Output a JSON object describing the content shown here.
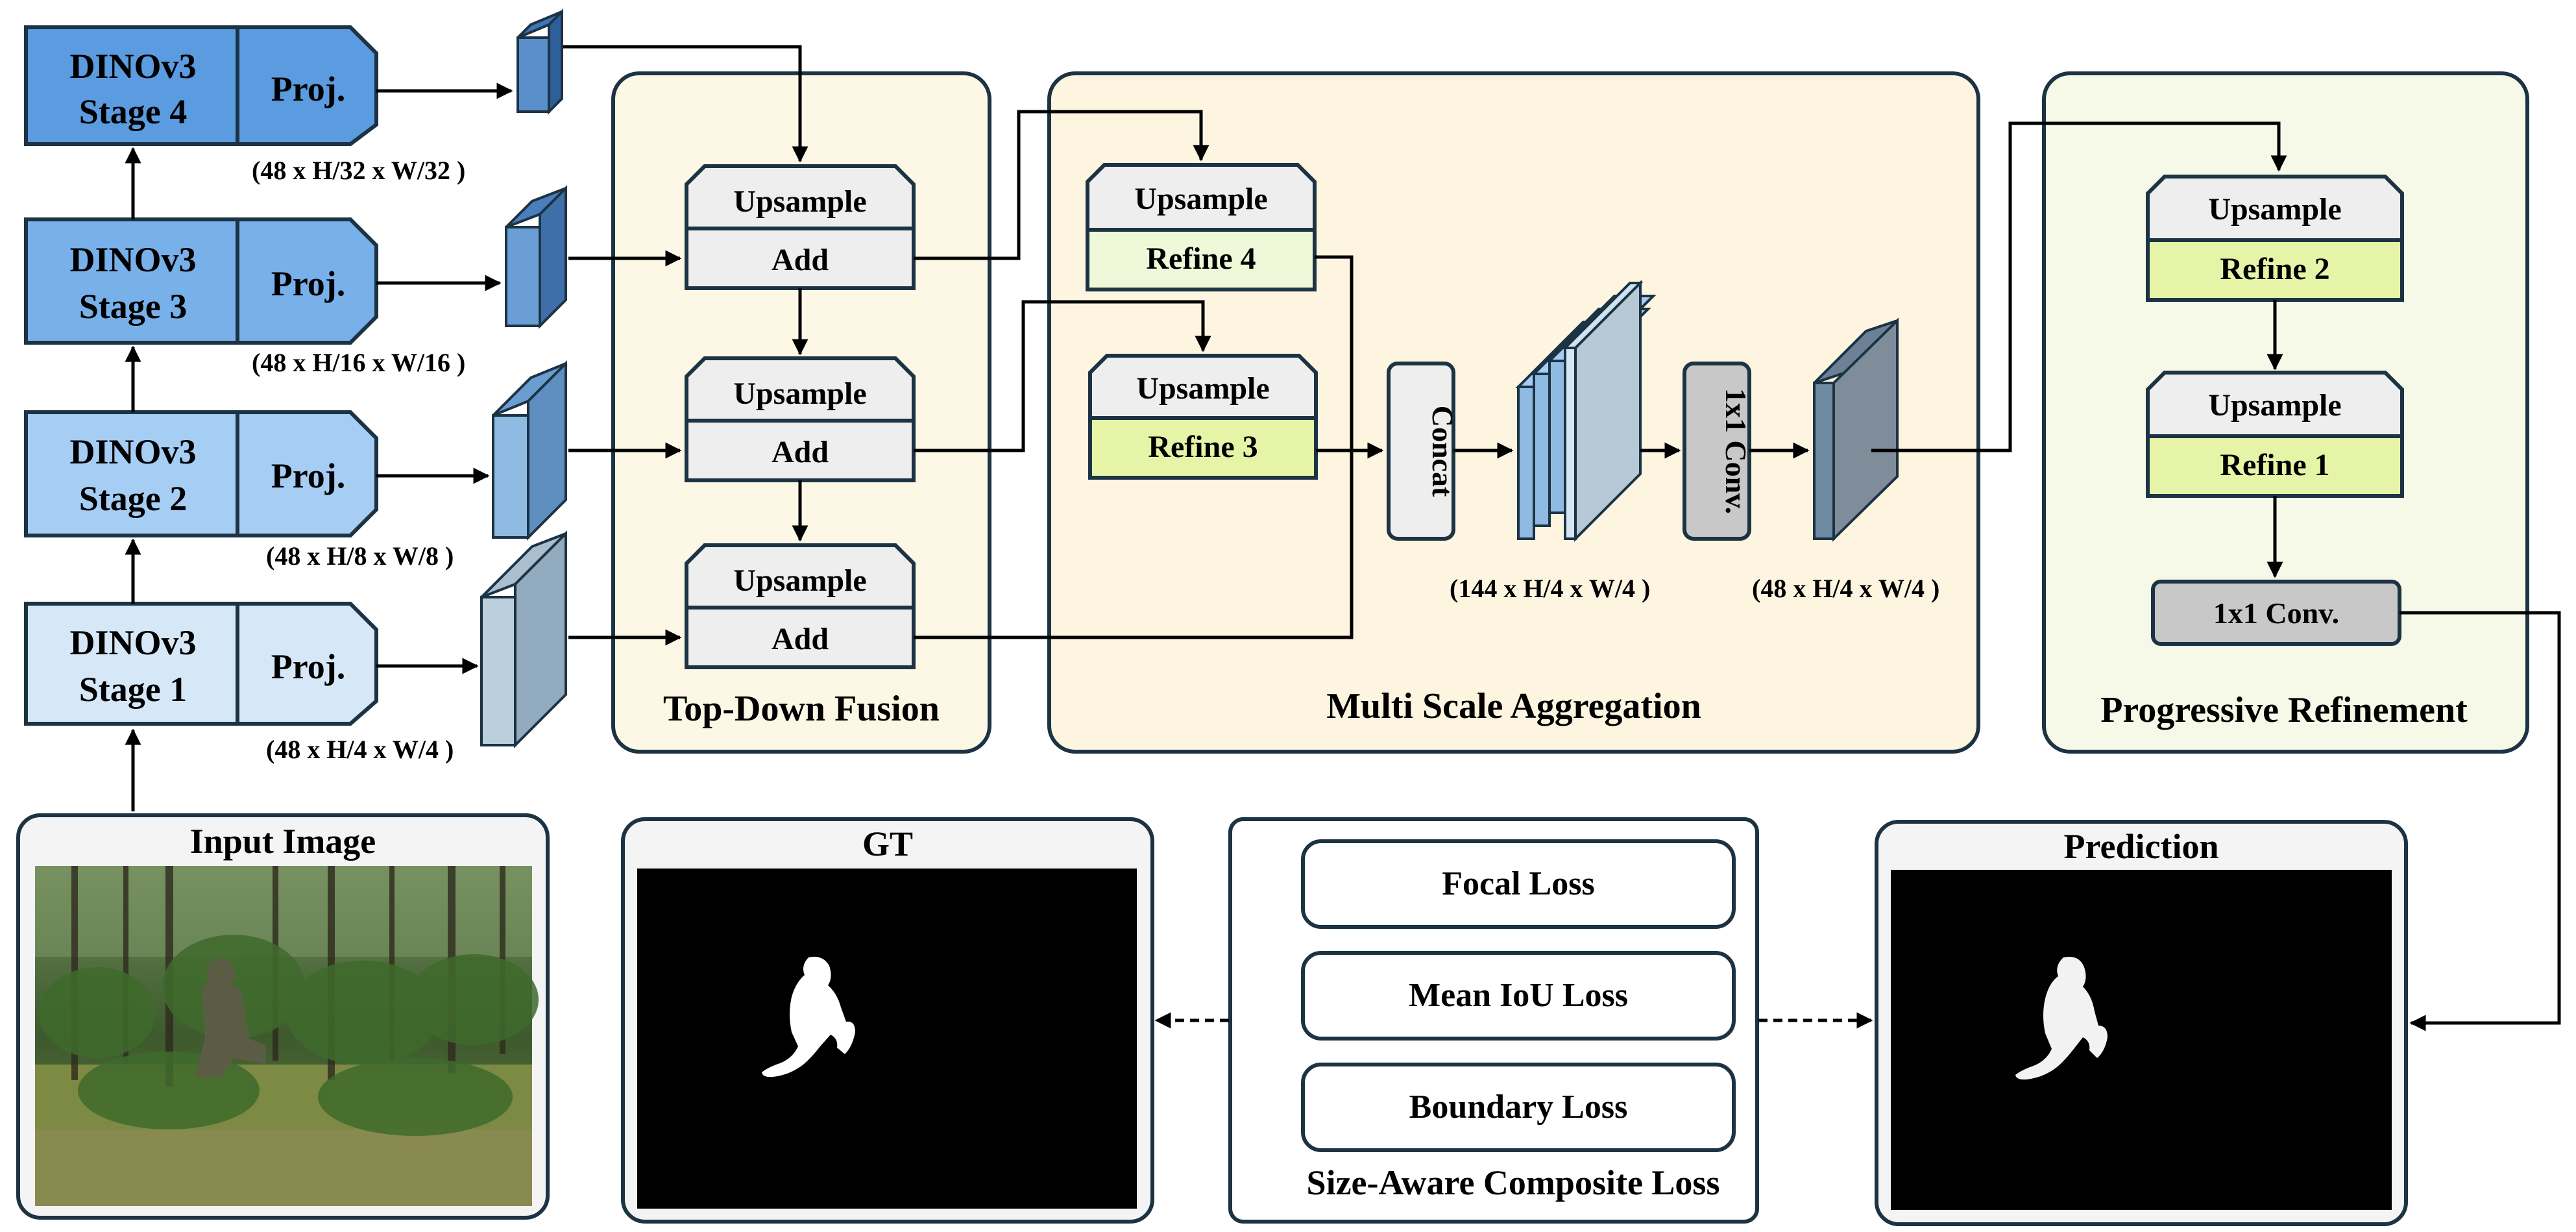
{
  "colors": {
    "stage4": "#5b9bdf",
    "stage3": "#78b0ea",
    "stage2": "#a6cdf4",
    "stage1": "#d6e8f8",
    "panel_fusion": "#fdf8e6",
    "panel_aggregation": "#fdf5df",
    "panel_refinement": "#f6f9e7",
    "refine": "#e6f4a8",
    "refine_light": "#eff8d8",
    "upsample": "#eeeeee",
    "conv": "#c8c8c8",
    "border": "#1c3344"
  },
  "backbone": {
    "stages": [
      {
        "label_line1": "DINOv3",
        "label_line2": "Stage 4",
        "proj": "Proj.",
        "shape": "(48 x H/32 x W/32 )"
      },
      {
        "label_line1": "DINOv3",
        "label_line2": "Stage 3",
        "proj": "Proj.",
        "shape": "(48 x H/16 x W/16 )"
      },
      {
        "label_line1": "DINOv3",
        "label_line2": "Stage 2",
        "proj": "Proj.",
        "shape": "(48 x H/8 x W/8 )"
      },
      {
        "label_line1": "DINOv3",
        "label_line2": "Stage 1",
        "proj": "Proj.",
        "shape": "(48 x H/4 x W/4 )"
      }
    ]
  },
  "fusion": {
    "title": "Top-Down Fusion",
    "blocks": [
      {
        "top": "Upsample",
        "bottom": "Add"
      },
      {
        "top": "Upsample",
        "bottom": "Add"
      },
      {
        "top": "Upsample",
        "bottom": "Add"
      }
    ]
  },
  "aggregation": {
    "title": "Multi Scale Aggregation",
    "blocks": [
      {
        "top": "Upsample",
        "bottom": "Refine 4"
      },
      {
        "top": "Upsample",
        "bottom": "Refine 3"
      }
    ],
    "concat": "Concat",
    "conv": "1x1 Conv.",
    "concat_shape": "(144 x H/4 x W/4 )",
    "conv_shape": "(48 x H/4 x W/4 )"
  },
  "refinement": {
    "title": "Progressive Refinement",
    "blocks": [
      {
        "top": "Upsample",
        "bottom": "Refine 2"
      },
      {
        "top": "Upsample",
        "bottom": "Refine 1"
      }
    ],
    "conv": "1x1 Conv."
  },
  "input_image": {
    "title": "Input Image"
  },
  "gt": {
    "title": "GT"
  },
  "prediction": {
    "title": "Prediction"
  },
  "loss": {
    "title": "Size-Aware Composite Loss",
    "items": [
      "Focal Loss",
      "Mean IoU Loss",
      "Boundary Loss"
    ]
  }
}
